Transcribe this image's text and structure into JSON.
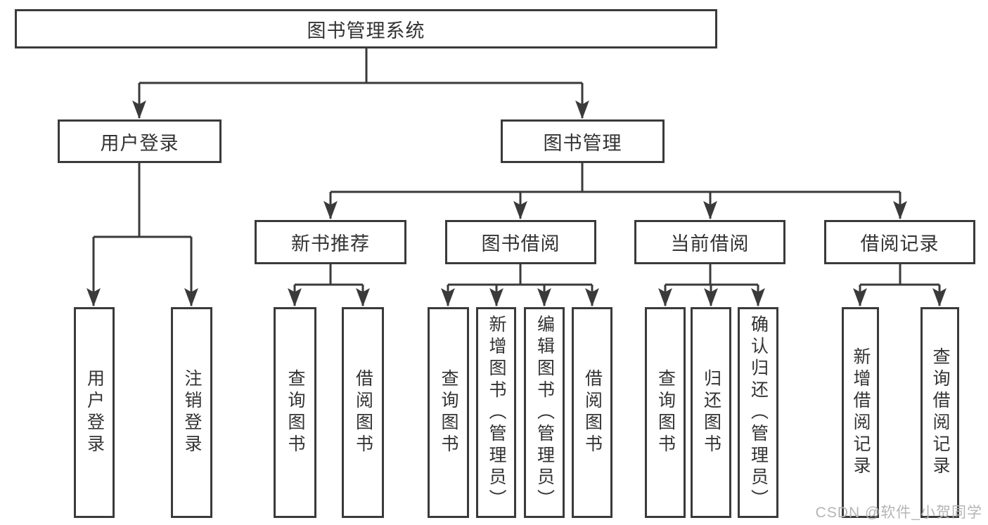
{
  "diagram": {
    "type": "hierarchy-tree",
    "colors": {
      "line": "#3a3a3a",
      "box_border": "#3a3a3a",
      "text": "#333333",
      "background": "#ffffff",
      "watermark": "#b5b5b5"
    },
    "watermark": "CSDN @软件_小贺同学"
  },
  "tree": {
    "root": {
      "label": "图书管理系统",
      "children": [
        {
          "label": "用户登录",
          "children": [
            {
              "label": "用户登录"
            },
            {
              "label": "注销登录"
            }
          ]
        },
        {
          "label": "图书管理",
          "children": [
            {
              "label": "新书推荐",
              "children": [
                {
                  "label": "查询图书"
                },
                {
                  "label": "借阅图书"
                }
              ]
            },
            {
              "label": "图书借阅",
              "children": [
                {
                  "label": "查询图书"
                },
                {
                  "label": "新增图书（管理员）"
                },
                {
                  "label": "编辑图书（管理员）"
                },
                {
                  "label": "借阅图书"
                }
              ]
            },
            {
              "label": "当前借阅",
              "children": [
                {
                  "label": "查询图书"
                },
                {
                  "label": "归还图书"
                },
                {
                  "label": "确认归还（管理员）"
                }
              ]
            },
            {
              "label": "借阅记录",
              "children": [
                {
                  "label": "新增借阅记录"
                },
                {
                  "label": "查询借阅记录"
                }
              ]
            }
          ]
        }
      ]
    }
  }
}
